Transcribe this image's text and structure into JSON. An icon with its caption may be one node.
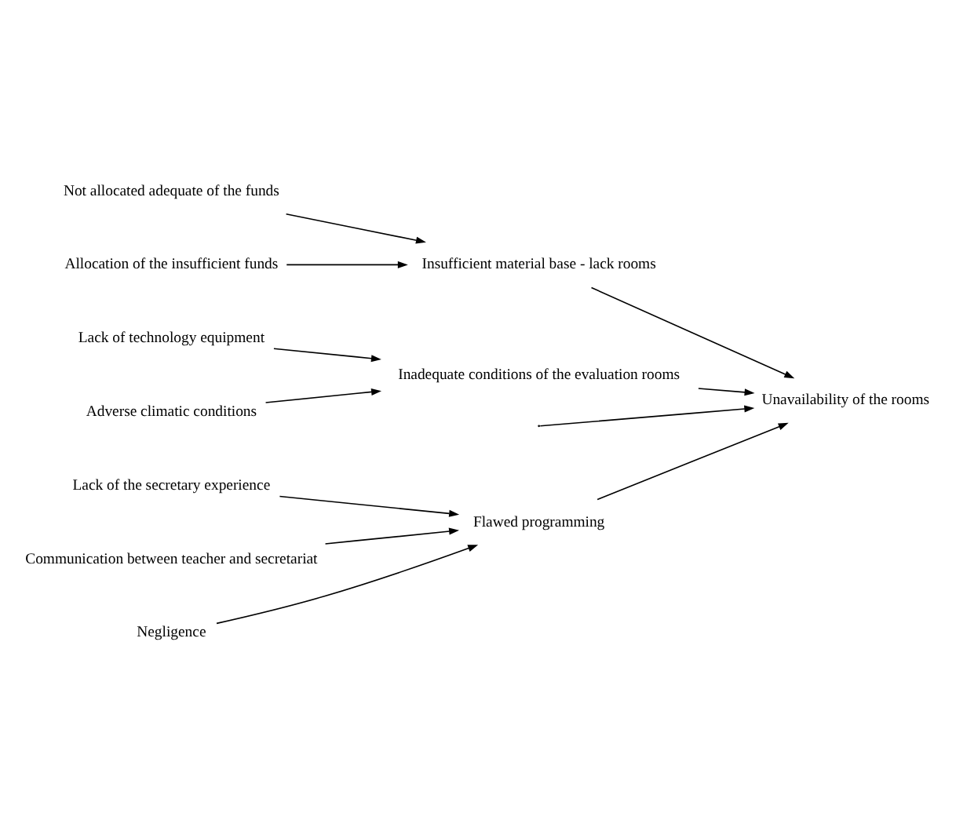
{
  "diagram": {
    "nodes": [
      {
        "text": [
          "Flawed programming"
        ]
      },
      {
        "text": [
          "Lack of the secretary experience"
        ]
      },
      {
        "text": [
          "Communication between teacher and secretariat"
        ]
      },
      {
        "text": [
          "Negligence"
        ]
      },
      {
        "text": [
          "Insufficient material base - lack rooms"
        ]
      },
      {
        "text": [
          "Not allocated adequate of the funds"
        ]
      },
      {
        "text": [
          "Allocation of the insufficient funds"
        ]
      },
      {
        "text": [
          "Unavailability of the rooms"
        ]
      },
      {
        "text": [
          "Lack of technology equipment"
        ]
      },
      {
        "text": [
          "Adverse climatic conditions"
        ]
      },
      {
        "text": [
          "Inadequate conditions of the evaluation rooms"
        ]
      }
    ],
    "edges": [
      {
        "from": 1,
        "to": 0,
        "arrow": "to"
      },
      {
        "from": 2,
        "to": 0,
        "arrow": "to"
      },
      {
        "from": 3,
        "to": 0,
        "arrow": "to"
      },
      {
        "from": 5,
        "to": 4,
        "arrow": "to"
      },
      {
        "from": 6,
        "to": 4,
        "arrow": "to"
      },
      {
        "from": 8,
        "to": 10,
        "arrow": "to"
      },
      {
        "from": 9,
        "to": 10,
        "arrow": "to"
      },
      {
        "from": 0,
        "to": 7,
        "arrow": "to"
      },
      {
        "from": 4,
        "to": 7,
        "arrow": "to"
      },
      {
        "from": 10,
        "to": 7,
        "arrow": "to"
      },
      {
        "from": null,
        "to": 7,
        "arrow": "to"
      }
    ]
  }
}
